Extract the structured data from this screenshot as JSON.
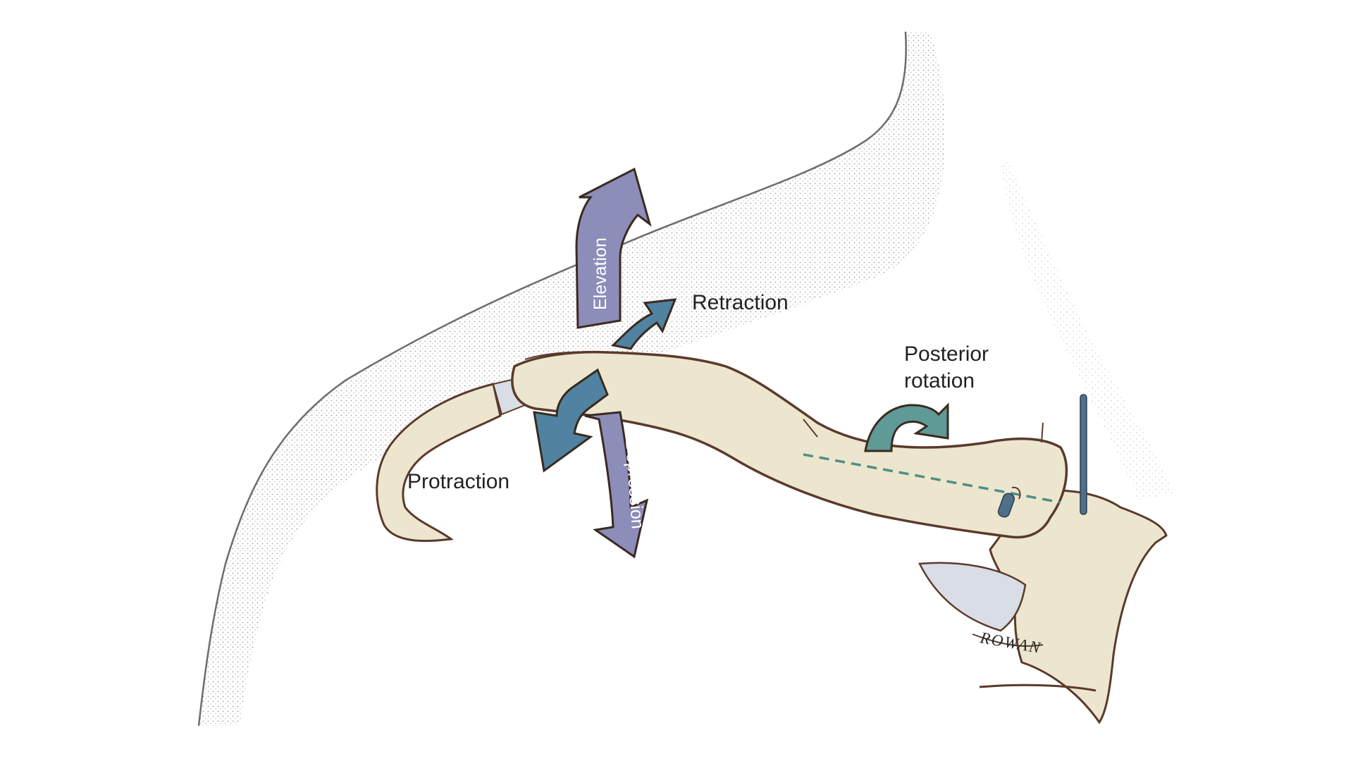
{
  "labels": {
    "elevation": "Elevation",
    "depression": "Depression",
    "retraction": "Retraction",
    "protraction": "Protraction",
    "posterior_line1": "Posterior",
    "posterior_line2": "rotation",
    "signature": "ROWAN"
  },
  "colors": {
    "bone_fill": "#ece6cf",
    "bone_outline": "#5b3a2b",
    "elevation_arrow": "#8d8dba",
    "depression_arrow": "#8d8dba",
    "protraction_arrow": "#4f83a1",
    "retraction_arrow": "#4f83a1",
    "posterior_rotation_arrow": "#5f9a97",
    "stipple": "#8b8b8b"
  }
}
